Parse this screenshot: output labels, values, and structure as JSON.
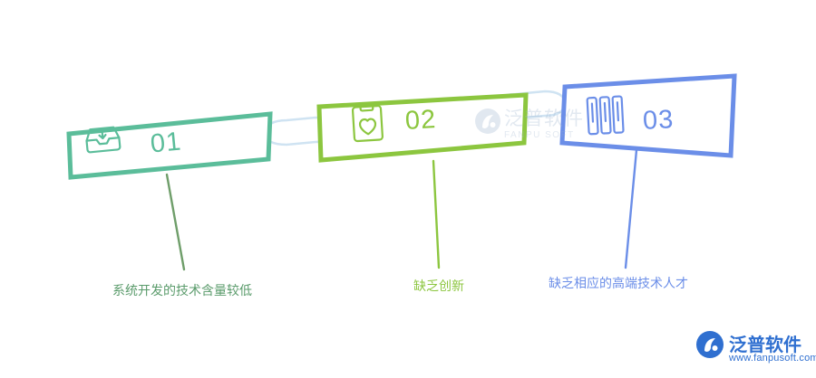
{
  "diagram": {
    "type": "numbered-step-flow",
    "orientation": "ascending-left-to-right",
    "nodes": [
      {
        "id": "node-01",
        "number": "01",
        "number_color": "#5bbd9a",
        "box_color": "#5bbd9a",
        "icon": "inbox-tray-icon",
        "stem_color": "#6f9e6a",
        "label": "系统开发的技术含量较低",
        "label_color": "#5a9b6b"
      },
      {
        "id": "node-02",
        "number": "02",
        "number_color": "#8cc63f",
        "box_color": "#8cc63f",
        "icon": "clipboard-heart-icon",
        "stem_color": "#8cc63f",
        "label": "缺乏创新",
        "label_color": "#8cc63f"
      },
      {
        "id": "node-03",
        "number": "03",
        "number_color": "#6b8ee8",
        "box_color": "#6b8ee8",
        "icon": "bar-chart-bars-icon",
        "stem_color": "#6b8ee8",
        "label": "缺乏相应的高端技术人才",
        "label_color": "#6b8ee8"
      }
    ],
    "connectors": [
      {
        "id": "connector-1-2",
        "from": "node-01",
        "to": "node-02",
        "color": "#cfe3f2"
      },
      {
        "id": "connector-2-3",
        "from": "node-02",
        "to": "node-03",
        "color": "#cfe3f2"
      }
    ]
  },
  "watermark": {
    "center": {
      "text_main": "泛普软件",
      "text_sub": "FANPU SOFT",
      "color": "#9fb4cf"
    }
  },
  "logo": {
    "name": "泛普软件",
    "url": "www.fanpusoft.com",
    "color": "#2f6fd0"
  }
}
